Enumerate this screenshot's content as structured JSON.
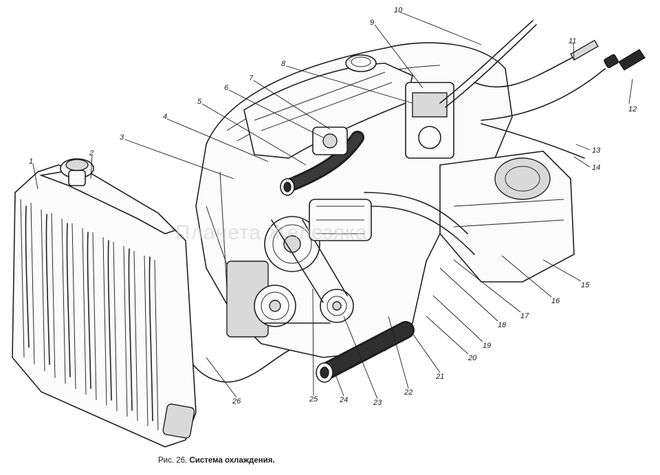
{
  "caption": {
    "prefix": "Рис. 26.",
    "title": "Система охлаждения."
  },
  "watermark": "Планета Железяка",
  "callouts": [
    "1",
    "2",
    "3",
    "4",
    "5",
    "6",
    "7",
    "8",
    "9",
    "10",
    "11",
    "12",
    "13",
    "14",
    "15",
    "16",
    "17",
    "18",
    "19",
    "20",
    "21",
    "22",
    "23",
    "24",
    "25",
    "26"
  ]
}
